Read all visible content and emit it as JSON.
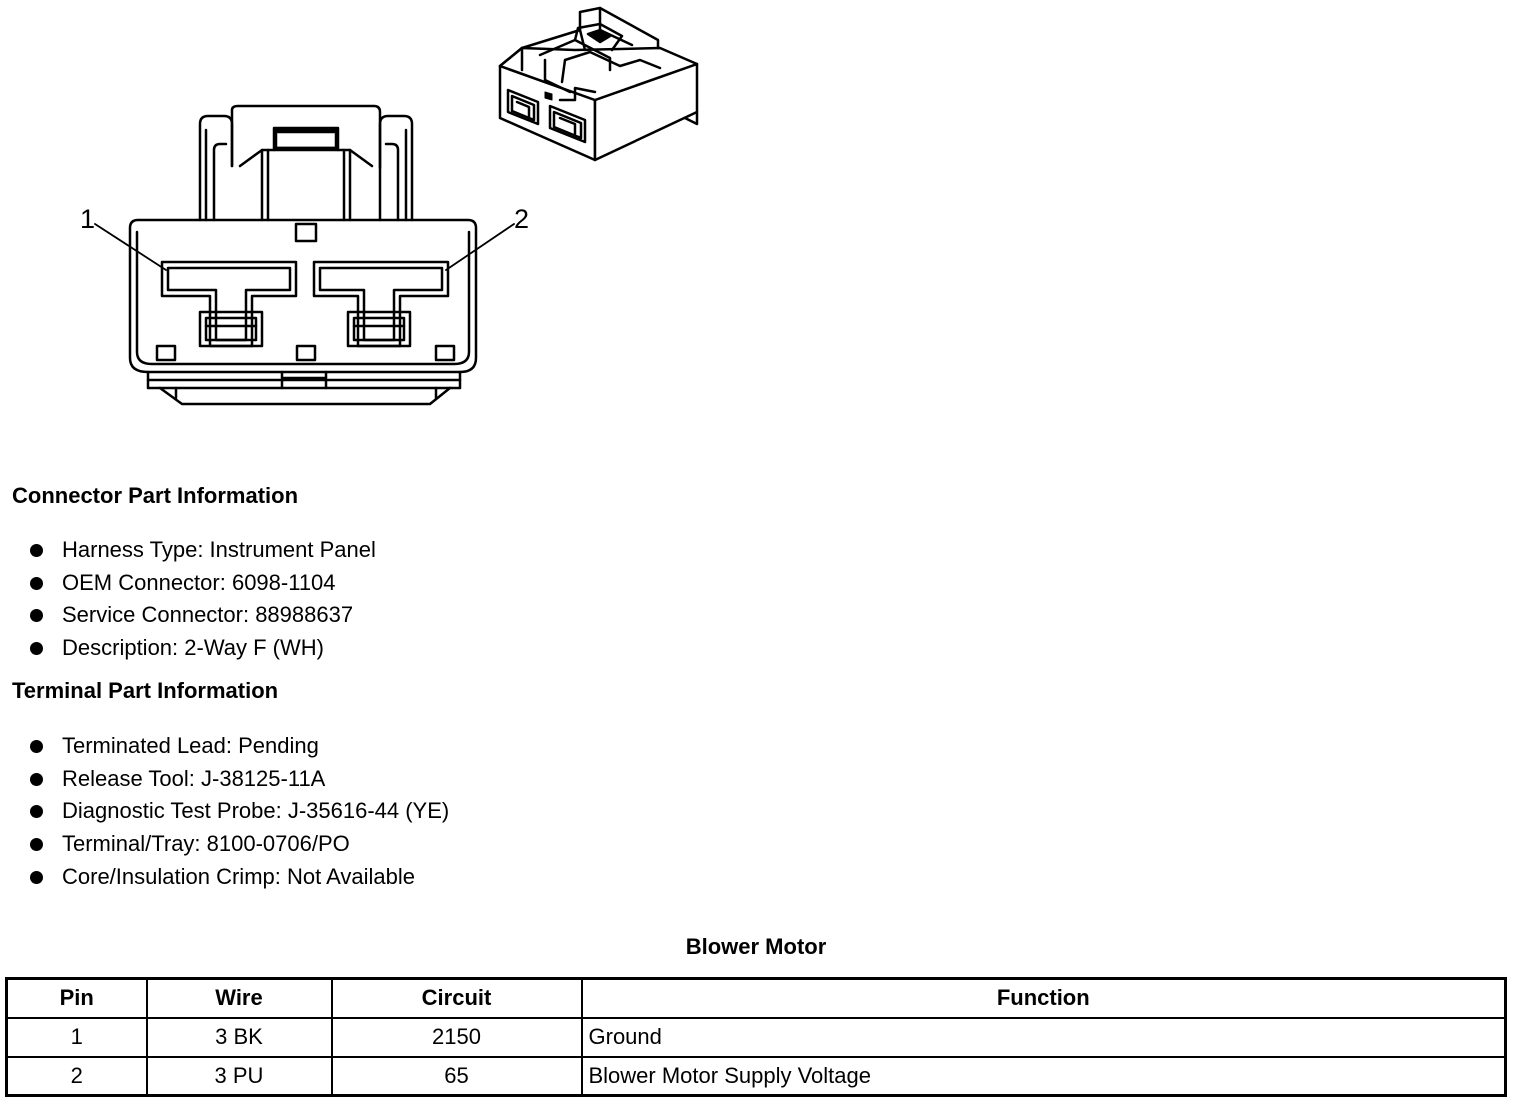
{
  "diagram": {
    "pin_labels": [
      "1",
      "2"
    ]
  },
  "connector_info": {
    "title": "Connector Part Information",
    "items": [
      "Harness Type: Instrument Panel",
      "OEM Connector: 6098-1104",
      "Service Connector: 88988637",
      "Description: 2-Way F (WH)"
    ]
  },
  "terminal_info": {
    "title": "Terminal Part Information",
    "items": [
      "Terminated Lead: Pending",
      "Release Tool: J-38125-11A",
      "Diagnostic Test Probe: J-35616-44 (YE)",
      "Terminal/Tray: 8100-0706/PO",
      "Core/Insulation Crimp: Not Available"
    ]
  },
  "table": {
    "title": "Blower Motor",
    "headers": [
      "Pin",
      "Wire",
      "Circuit",
      "Function"
    ],
    "rows": [
      [
        "1",
        "3 BK",
        "2150",
        "Ground"
      ],
      [
        "2",
        "3 PU",
        "65",
        "Blower Motor Supply Voltage"
      ]
    ]
  }
}
